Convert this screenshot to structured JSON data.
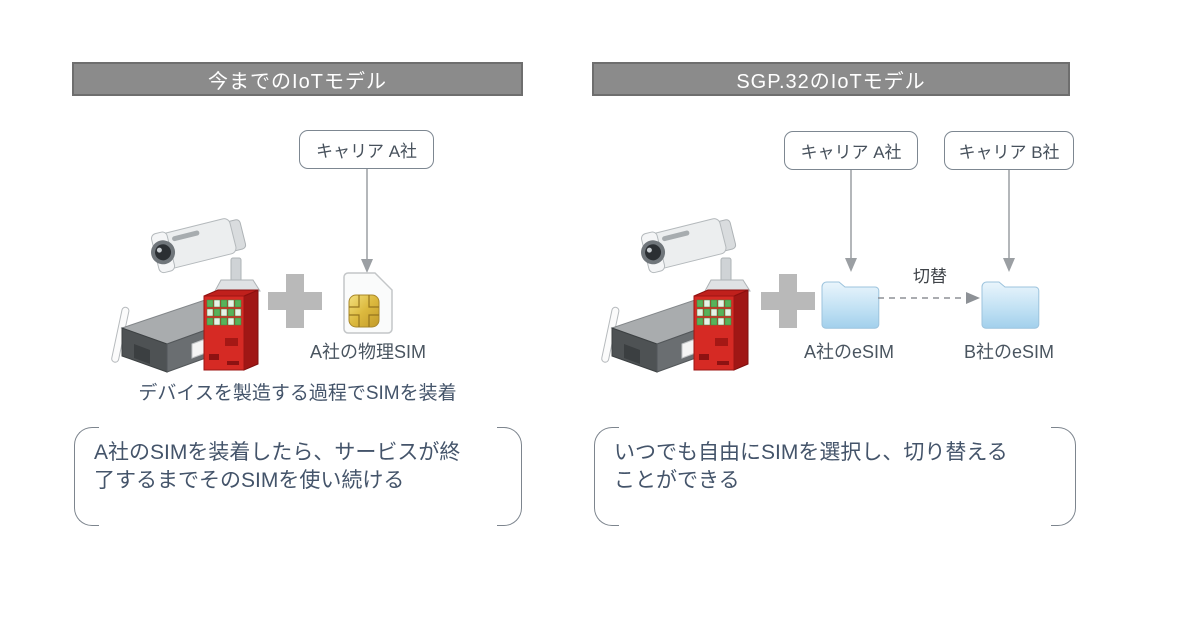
{
  "left_panel": {
    "title": "今までのIoTモデル",
    "carrier_a": "キャリア A社",
    "sim_label": "A社の物理SIM",
    "caption": "デバイスを製造する過程でSIMを装着",
    "note": "A社のSIMを装着したら、サービスが終\n了するまでそのSIMを使い続ける"
  },
  "right_panel": {
    "title": "SGP.32のIoTモデル",
    "carrier_a": "キャリア A社",
    "carrier_b": "キャリア B社",
    "esim_a_label": "A社のeSIM",
    "esim_b_label": "B社のeSIM",
    "switch_label": "切替",
    "note": "いつでも自由にSIMを選択し、切り替える\nことができる"
  },
  "icons": {
    "devices": [
      "security-camera-icon",
      "iot-gateway-icon",
      "vending-machine-icon"
    ],
    "left_sim": "sim-card-icon",
    "right_sims": [
      "esim-folder-icon",
      "esim-folder-icon"
    ],
    "plus": "plus-icon",
    "arrows": [
      "arrow-down-icon",
      "dashed-switch-arrow-icon"
    ]
  },
  "colors": {
    "header_bg": "#8b8b8b",
    "header_border": "#6e6e6e",
    "header_text": "#ffffff",
    "box_border": "#7d8791",
    "body_text": "#44546a",
    "arrow_gray": "#9b9fa3",
    "plus_gray": "#b9b9b9",
    "esim_folder_blue": "#b9dcf2",
    "sim_chip_gold": "#dcb93e",
    "vending_red": "#d62a24"
  }
}
